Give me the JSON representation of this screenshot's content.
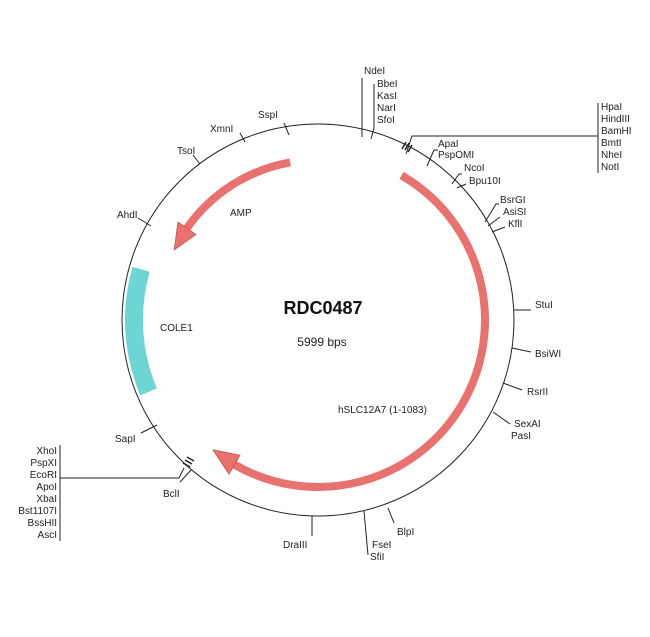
{
  "plasmid": {
    "name": "RDC0487",
    "size": "5999 bps"
  },
  "features": {
    "amp": {
      "label": "AMP",
      "color": "#e8726f"
    },
    "cole1": {
      "label": "COLE1",
      "color": "#6fd4d4"
    },
    "hslc": {
      "label": "hSLC12A7 (1-1083)",
      "color": "#e8726f"
    }
  },
  "sites": {
    "top1": [
      "NdeI"
    ],
    "top2": [
      "BbeI",
      "KasI",
      "NarI",
      "SfoI"
    ],
    "apa": [
      "ApaI",
      "PspOMI"
    ],
    "mcs_right": [
      "HpaI",
      "HindIII",
      "BamHI",
      "BmtI",
      "NheI",
      "NotI"
    ],
    "nco": [
      "NcoI",
      "Bpu10I"
    ],
    "bsrg": [
      "BsrGI",
      "AsiSI",
      "KflI"
    ],
    "stu": "StuI",
    "bsiw": "BsiWI",
    "rsr": "RsrII",
    "sexa": [
      "SexAI",
      "PasI"
    ],
    "blp": "BlpI",
    "fse": [
      "FseI",
      "SfiI"
    ],
    "dra": "DraIII",
    "bcl": "BclI",
    "mcs_left": [
      "XhoI",
      "PspXI",
      "EcoRI",
      "ApoI",
      "XbaI",
      "Bst1107I",
      "BssHII",
      "AscI"
    ],
    "sap": "SapI",
    "ahd": "AhdI",
    "tso": "TsoI",
    "xmn": "XmnI",
    "ssp": "SspI"
  }
}
